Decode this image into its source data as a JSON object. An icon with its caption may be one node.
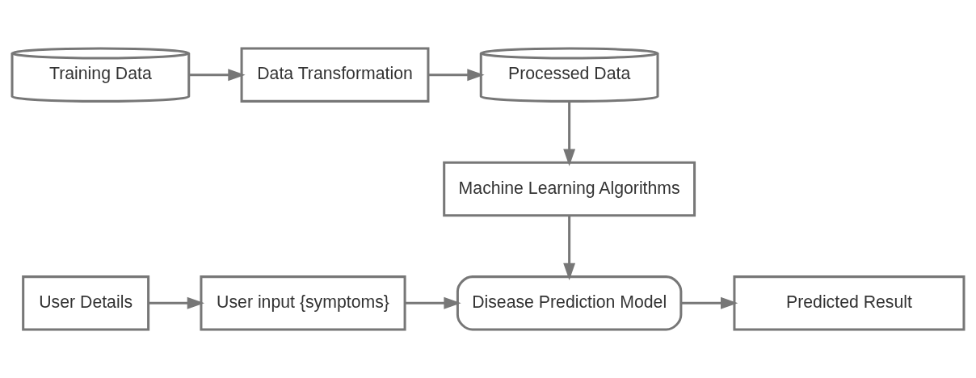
{
  "diagram": {
    "nodes": [
      {
        "text": [
          "Training Data"
        ]
      },
      {
        "text": [
          "Data Transformation"
        ]
      },
      {
        "text": [
          "Processed Data"
        ]
      },
      {
        "text": [
          "Machine Learning Algorithms"
        ]
      },
      {
        "text": [
          "User Details"
        ]
      },
      {
        "text": [
          "User input {symptoms}"
        ]
      },
      {
        "text": [
          "Disease Prediction Model"
        ]
      },
      {
        "text": [
          "Predicted Result"
        ]
      }
    ],
    "edges": [
      {
        "from": 0,
        "to": 1,
        "arrow": "to"
      },
      {
        "from": 1,
        "to": 2,
        "arrow": "to"
      },
      {
        "from": 2,
        "to": 3,
        "arrow": "to"
      },
      {
        "from": 3,
        "to": 6,
        "arrow": "to"
      },
      {
        "from": 4,
        "to": 5,
        "arrow": "to"
      },
      {
        "from": 5,
        "to": 6,
        "arrow": "to"
      },
      {
        "from": 6,
        "to": 7,
        "arrow": "to"
      }
    ]
  }
}
